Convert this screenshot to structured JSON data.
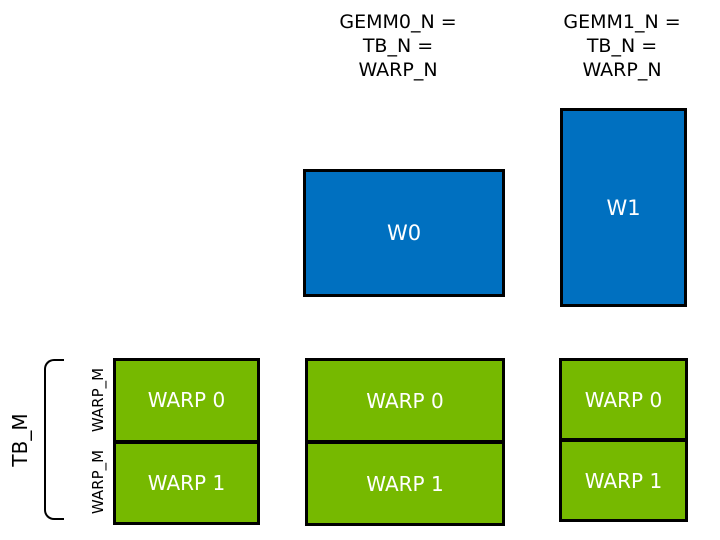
{
  "diagram": {
    "background": "#FFFFFF",
    "colors": {
      "warp_blue": "#0070C0",
      "warp_green": "#76B900",
      "border_black": "#000000",
      "text_dark": "#000000",
      "text_light": "#FFFFFF"
    },
    "header_labels": [
      {
        "lines": [
          "GEMM0_N =",
          "TB_N =",
          "WARP_N"
        ]
      },
      {
        "lines": [
          "GEMM1_N =",
          "TB_N =",
          "WARP_N"
        ]
      }
    ],
    "blue_boxes": [
      {
        "label": "W0"
      },
      {
        "label": "W1"
      }
    ],
    "green_blocks": [
      {
        "cells": [
          "WARP 0",
          "WARP 1"
        ]
      },
      {
        "cells": [
          "WARP 0",
          "WARP 1"
        ]
      },
      {
        "cells": [
          "WARP 0",
          "WARP 1"
        ]
      }
    ],
    "left_axis": {
      "tb_label": "TB_M",
      "warp_labels": [
        "WARP_M",
        "WARP_M"
      ]
    }
  }
}
